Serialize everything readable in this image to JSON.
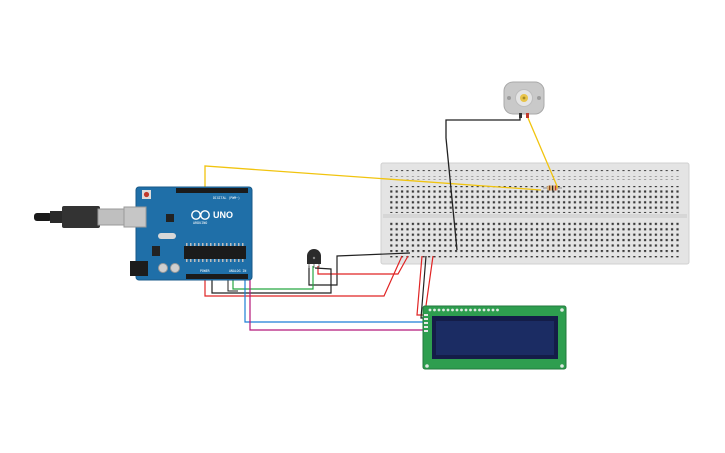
{
  "arduino": {
    "model_label": "UNO",
    "brand_label": "ARDUINO",
    "digital_label": "DIGITAL (PWM~)",
    "power_label": "POWER",
    "analog_label": "ANALOG IN"
  },
  "colors": {
    "board": "#1f6fa8",
    "breadboard": "#e4e4e4",
    "lcd_board": "#2e9e4f",
    "lcd_screen": "#1b2c63",
    "wire_yellow": "#f1c40f",
    "wire_red": "#e02424",
    "wire_black": "#222222",
    "wire_green": "#26a641",
    "wire_blue": "#1c7ed6",
    "wire_magenta": "#b5177a"
  },
  "components": {
    "usb_cable": "usb-b-connector",
    "temp_sensor": "temperature-sensor-to92",
    "motor": "dc-motor",
    "resistor": "resistor",
    "lcd": "lcd-16x2"
  }
}
